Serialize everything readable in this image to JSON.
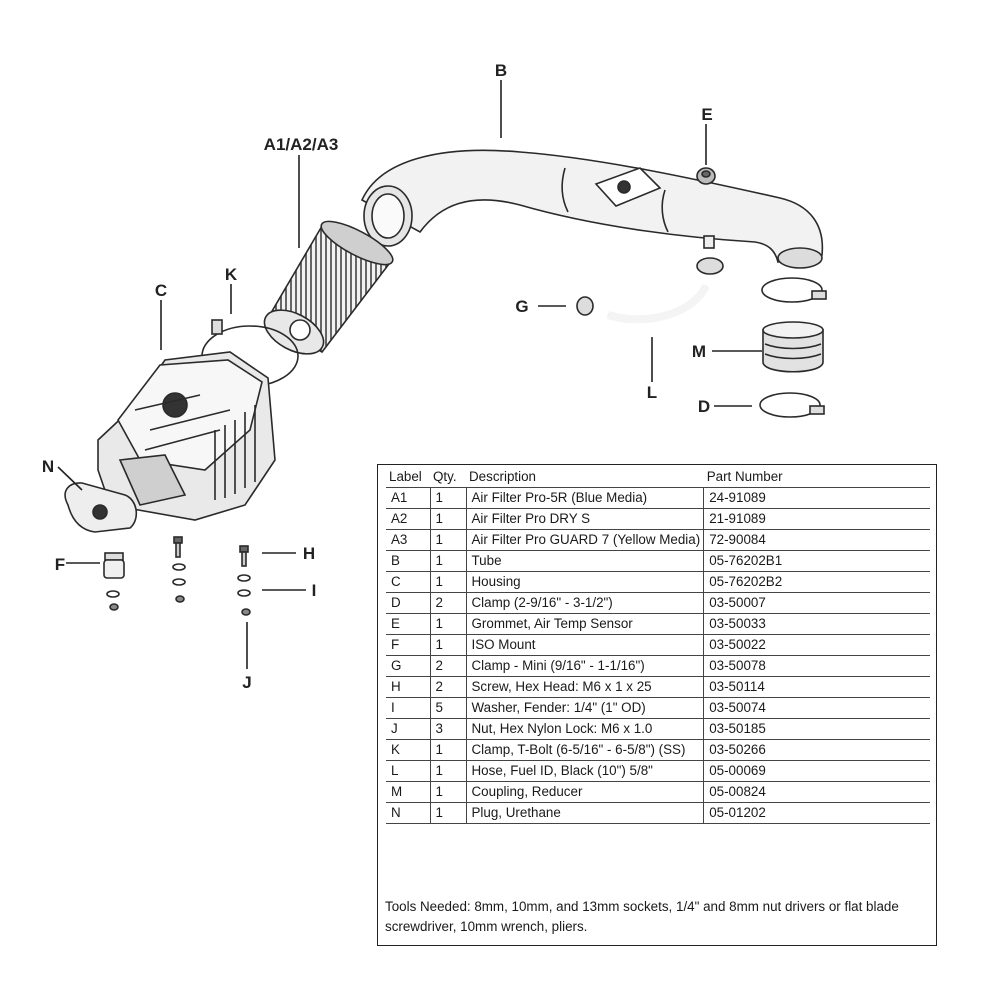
{
  "callouts": {
    "b": "B",
    "a1a2a3": "A1/A2/A3",
    "e": "E",
    "k": "K",
    "c": "C",
    "g": "G",
    "m": "M",
    "l": "L",
    "d": "D",
    "n": "N",
    "f": "F",
    "h": "H",
    "i": "I",
    "j": "J"
  },
  "table": {
    "headers": {
      "label": "Label",
      "qty": "Qty.",
      "description": "Description",
      "part_number": "Part Number"
    },
    "rows": [
      {
        "label": "A1",
        "qty": "1",
        "description": "Air Filter Pro-5R (Blue Media)",
        "part_number": "24-91089"
      },
      {
        "label": "A2",
        "qty": "1",
        "description": "Air Filter Pro DRY S",
        "part_number": "21-91089"
      },
      {
        "label": "A3",
        "qty": "1",
        "description": "Air Filter Pro GUARD 7 (Yellow Media)",
        "part_number": "72-90084"
      },
      {
        "label": "B",
        "qty": "1",
        "description": "Tube",
        "part_number": "05-76202B1"
      },
      {
        "label": "C",
        "qty": "1",
        "description": "Housing",
        "part_number": "05-76202B2"
      },
      {
        "label": "D",
        "qty": "2",
        "description": "Clamp (2-9/16\" - 3-1/2\")",
        "part_number": "03-50007"
      },
      {
        "label": "E",
        "qty": "1",
        "description": "Grommet, Air Temp Sensor",
        "part_number": "03-50033"
      },
      {
        "label": "F",
        "qty": "1",
        "description": "ISO Mount",
        "part_number": "03-50022"
      },
      {
        "label": "G",
        "qty": "2",
        "description": "Clamp - Mini (9/16\" - 1-1/16\")",
        "part_number": "03-50078"
      },
      {
        "label": "H",
        "qty": "2",
        "description": "Screw, Hex Head: M6 x 1 x 25",
        "part_number": "03-50114"
      },
      {
        "label": "I",
        "qty": "5",
        "description": "Washer, Fender: 1/4\" (1\" OD)",
        "part_number": "03-50074"
      },
      {
        "label": "J",
        "qty": "3",
        "description": "Nut, Hex Nylon Lock: M6 x 1.0",
        "part_number": "03-50185"
      },
      {
        "label": "K",
        "qty": "1",
        "description": "Clamp, T-Bolt (6-5/16\" - 6-5/8\") (SS)",
        "part_number": "03-50266"
      },
      {
        "label": "L",
        "qty": "1",
        "description": "Hose, Fuel ID, Black (10\") 5/8\"",
        "part_number": "05-00069"
      },
      {
        "label": "M",
        "qty": "1",
        "description": "Coupling, Reducer",
        "part_number": "05-00824"
      },
      {
        "label": "N",
        "qty": "1",
        "description": "Plug, Urethane",
        "part_number": "05-01202"
      }
    ]
  },
  "tools_note": "Tools Needed: 8mm, 10mm, and 13mm sockets, 1/4\" and 8mm nut drivers or flat blade screwdriver, 10mm wrench, pliers."
}
